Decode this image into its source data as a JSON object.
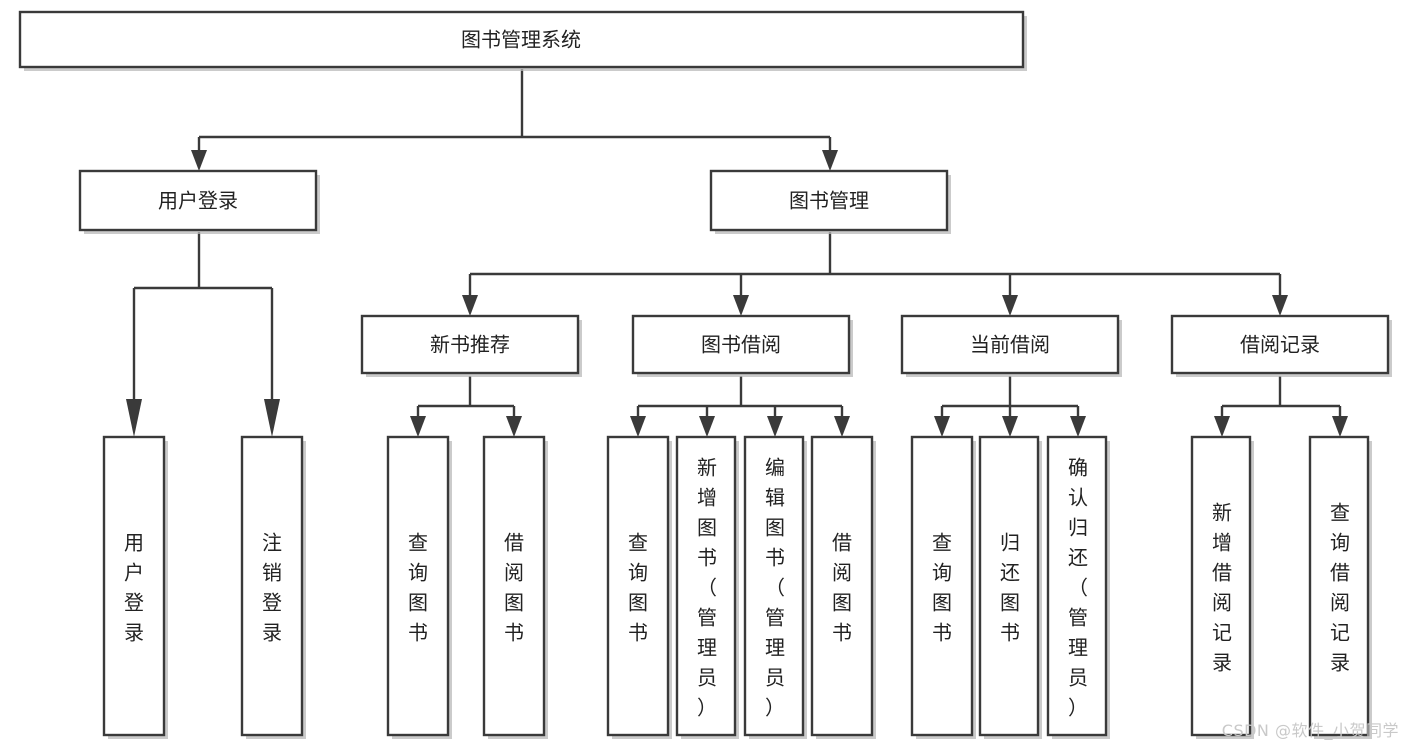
{
  "diagram": {
    "title": "图书管理系统",
    "type": "hierarchy-tree",
    "colors": {
      "box_stroke": "#3a3a3a",
      "box_fill": "#ffffff",
      "text": "#222222",
      "shadow": "#b9b9b9",
      "watermark": "#c9c9c9",
      "background": "#ffffff"
    },
    "levels": [
      {
        "level": 1,
        "nodes": [
          {
            "id": "root",
            "label": "图书管理系统",
            "orientation": "horizontal"
          }
        ]
      },
      {
        "level": 2,
        "nodes": [
          {
            "id": "l2-user-login",
            "label": "用户登录",
            "orientation": "horizontal",
            "parent": "root"
          },
          {
            "id": "l2-book-manage",
            "label": "图书管理",
            "orientation": "horizontal",
            "parent": "root"
          }
        ]
      },
      {
        "level": 3,
        "nodes": [
          {
            "id": "l3-new-book-rec",
            "label": "新书推荐",
            "orientation": "horizontal",
            "parent": "l2-book-manage"
          },
          {
            "id": "l3-book-borrow",
            "label": "图书借阅",
            "orientation": "horizontal",
            "parent": "l2-book-manage"
          },
          {
            "id": "l3-current-borrow",
            "label": "当前借阅",
            "orientation": "horizontal",
            "parent": "l2-book-manage"
          },
          {
            "id": "l3-borrow-record",
            "label": "借阅记录",
            "orientation": "horizontal",
            "parent": "l2-book-manage"
          }
        ]
      },
      {
        "level": 4,
        "nodes": [
          {
            "id": "leaf-user-login",
            "label": "用户登录",
            "orientation": "vertical",
            "parent": "l2-user-login"
          },
          {
            "id": "leaf-logout-login",
            "label": "注销登录",
            "orientation": "vertical",
            "parent": "l2-user-login"
          },
          {
            "id": "leaf-query-book-1",
            "label": "查询图书",
            "orientation": "vertical",
            "parent": "l3-new-book-rec"
          },
          {
            "id": "leaf-borrow-book-1",
            "label": "借阅图书",
            "orientation": "vertical",
            "parent": "l3-new-book-rec"
          },
          {
            "id": "leaf-query-book-2",
            "label": "查询图书",
            "orientation": "vertical",
            "parent": "l3-book-borrow"
          },
          {
            "id": "leaf-add-book",
            "label": "新增图书（管理员）",
            "orientation": "vertical",
            "parent": "l3-book-borrow"
          },
          {
            "id": "leaf-edit-book",
            "label": "编辑图书（管理员）",
            "orientation": "vertical",
            "parent": "l3-book-borrow"
          },
          {
            "id": "leaf-borrow-book-2",
            "label": "借阅图书",
            "orientation": "vertical",
            "parent": "l3-book-borrow"
          },
          {
            "id": "leaf-query-book-3",
            "label": "查询图书",
            "orientation": "vertical",
            "parent": "l3-current-borrow"
          },
          {
            "id": "leaf-return-book",
            "label": "归还图书",
            "orientation": "vertical",
            "parent": "l3-current-borrow"
          },
          {
            "id": "leaf-confirm-return",
            "label": "确认归还（管理员）",
            "orientation": "vertical",
            "parent": "l3-current-borrow"
          },
          {
            "id": "leaf-add-record",
            "label": "新增借阅记录",
            "orientation": "vertical",
            "parent": "l3-borrow-record"
          },
          {
            "id": "leaf-query-record",
            "label": "查询借阅记录",
            "orientation": "vertical",
            "parent": "l3-borrow-record"
          }
        ]
      }
    ]
  },
  "watermark": {
    "text": "CSDN @软件_小贺同学"
  }
}
